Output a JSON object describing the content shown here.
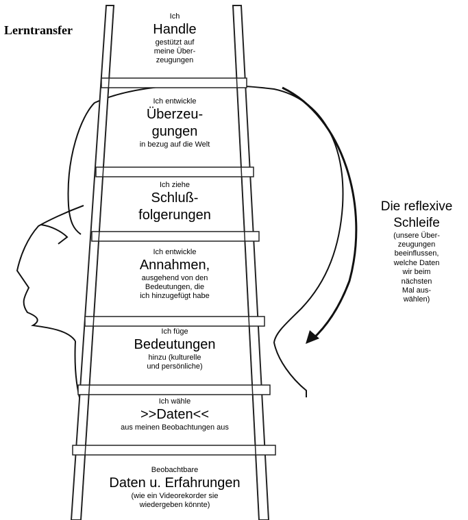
{
  "title": "Lerntransfer",
  "rungs": [
    {
      "pre": "Ich",
      "main": "Handle",
      "post": [
        "gestützt auf",
        "meine Über-",
        "zeugungen"
      ]
    },
    {
      "pre": "Ich entwickle",
      "main": "Überzeu-",
      "main2": "gungen",
      "post": [
        "in bezug auf die Welt"
      ]
    },
    {
      "pre": "Ich ziehe",
      "main": "Schluß-",
      "main2": "folgerungen"
    },
    {
      "pre": "Ich entwickle",
      "main": "Annahmen,",
      "post": [
        "ausgehend von den",
        "Bedeutungen, die",
        "ich hinzugefügt habe"
      ]
    },
    {
      "pre": "Ich füge",
      "main": "Bedeutungen",
      "post": [
        "hinzu (kulturelle",
        "und persönliche)"
      ]
    },
    {
      "pre": "Ich wähle",
      "main": ">>Daten<<",
      "post": [
        "aus meinen Beobachtungen aus"
      ]
    },
    {
      "pre": "Beobachtbare",
      "main": "Daten u. Erfahrungen",
      "post": [
        "(wie ein Videorekorder sie",
        "wiedergeben könnte)"
      ]
    }
  ],
  "loop": {
    "title1": "Die reflexive",
    "title2": "Schleife",
    "lines": [
      "(unsere Über-",
      "zeugungen",
      "beeinflussen,",
      "welche Daten",
      "wir beim",
      "nächsten",
      "Mal aus-",
      "wählen)"
    ]
  }
}
